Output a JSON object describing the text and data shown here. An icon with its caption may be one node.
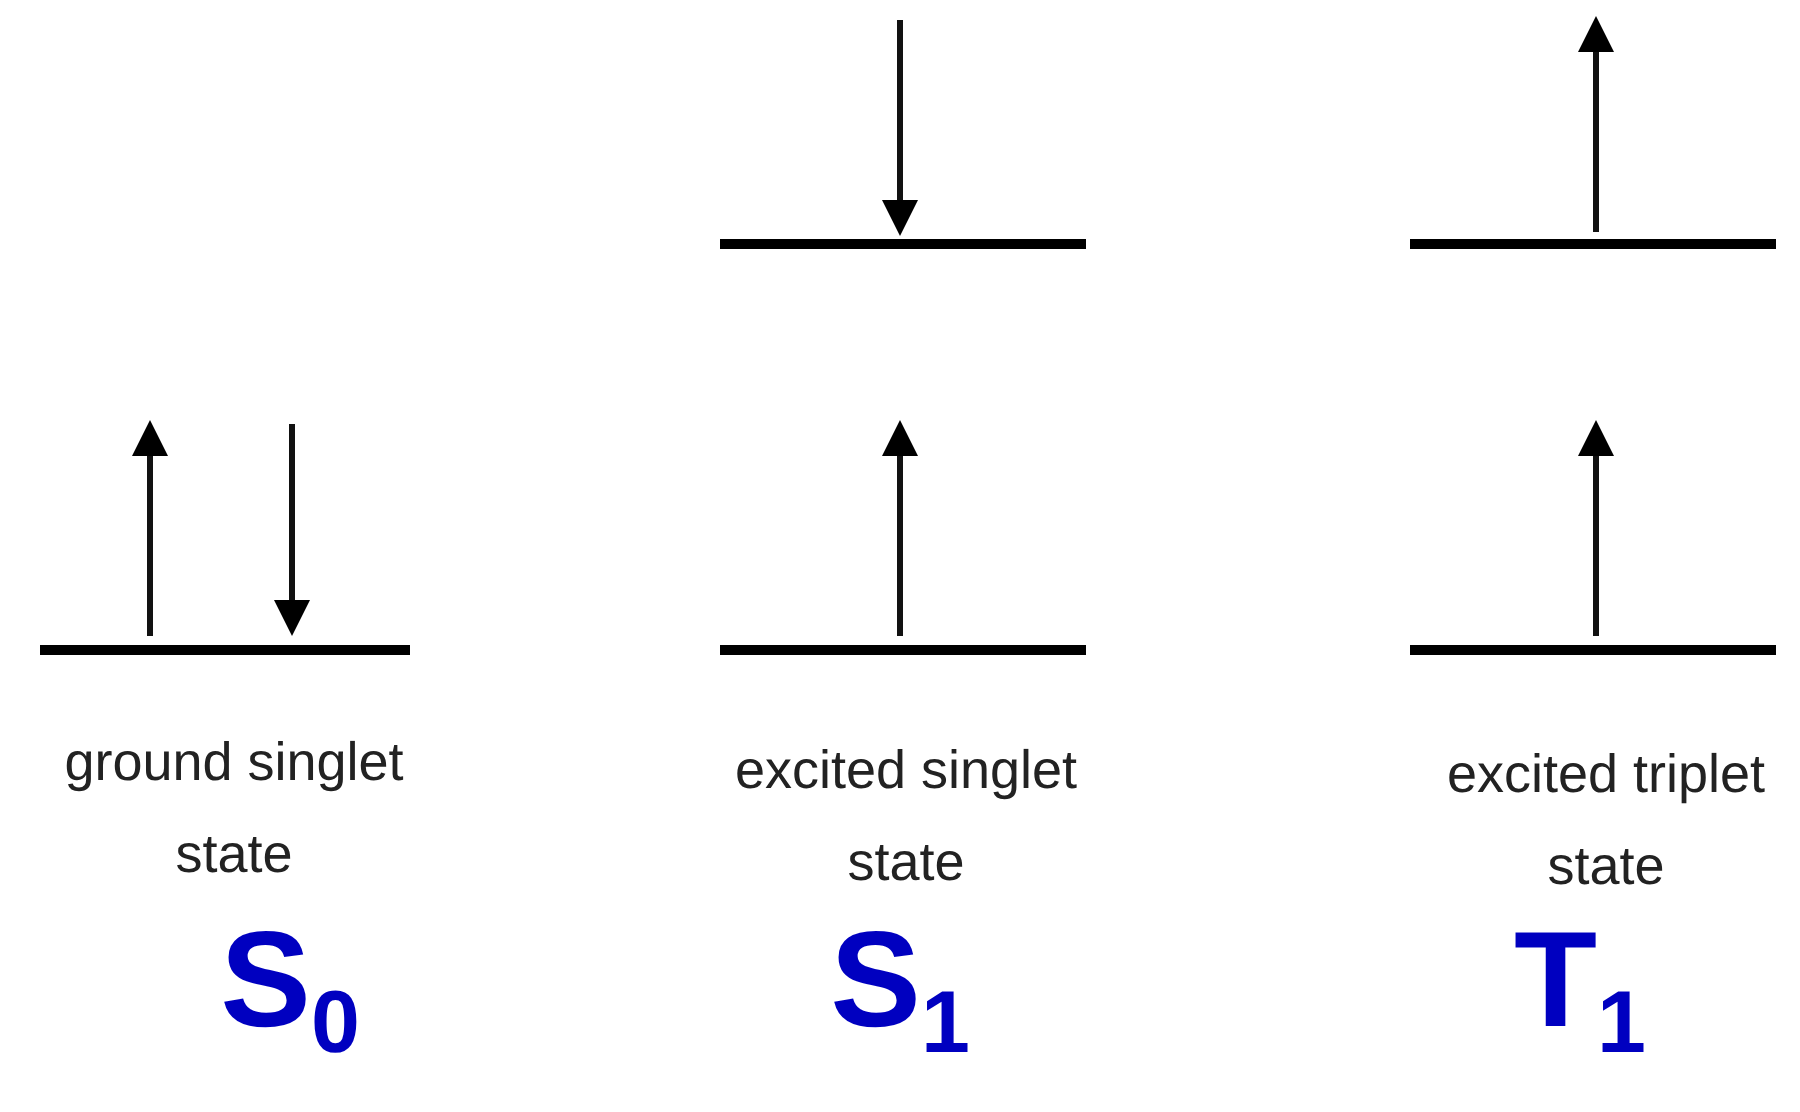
{
  "diagram": {
    "labels": [
      "ground singlet state",
      "excited singlet state",
      "excited triplet state",
      "S$_{0}$",
      "S$_{1}$",
      "T$_{1}$"
    ]
  }
}
